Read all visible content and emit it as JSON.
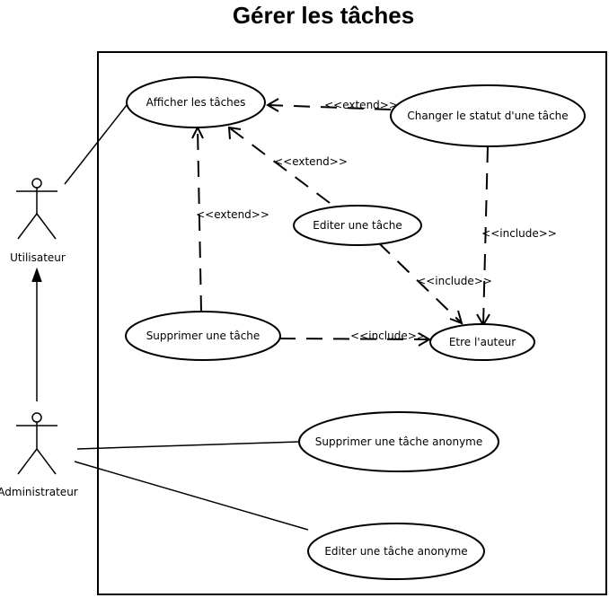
{
  "title": "Gérer les tâches",
  "actors": {
    "user": "Utilisateur",
    "admin": "Administrateur"
  },
  "use_cases": {
    "afficher": "Afficher les tâches",
    "changer_statut": "Changer le statut d'une tâche",
    "editer": "Editer une tâche",
    "supprimer": "Supprimer une tâche",
    "etre_auteur": "Etre l'auteur",
    "supprimer_anonyme": "Supprimer une tâche anonyme",
    "editer_anonyme": "Editer une tâche anonyme"
  },
  "relations": {
    "extend_changer": "<<extend>>",
    "extend_editer": "<<extend>>",
    "extend_supprimer": "<<extend>>",
    "include_changer": "<<include>>",
    "include_editer": "<<include>>",
    "include_supprimer": "<<include>>"
  }
}
